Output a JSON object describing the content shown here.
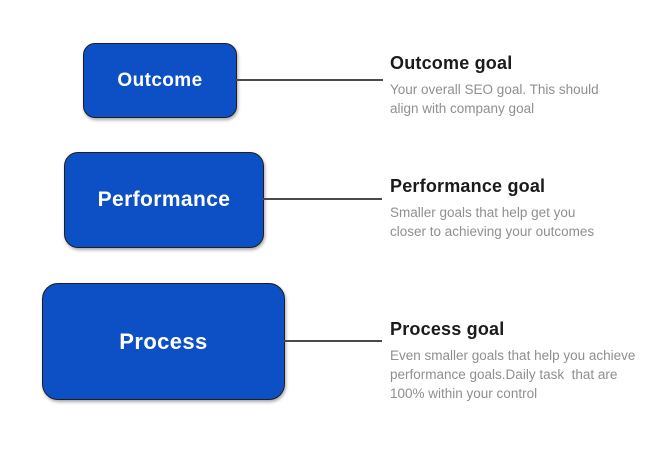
{
  "diagram": {
    "accent_color": "#0d4fc4",
    "connector_color": "#4a4a4a",
    "heading_color": "#1b1b1b",
    "description_color": "#8f8f8f",
    "rows": [
      {
        "box_label": "Outcome",
        "heading": "Outcome goal",
        "description": "Your overall SEO goal. This should\nalign with company goal"
      },
      {
        "box_label": "Performance",
        "heading": "Performance goal",
        "description": "Smaller goals that help get you\ncloser to achieving your outcomes"
      },
      {
        "box_label": "Process",
        "heading": "Process goal",
        "description": "Even smaller goals that help you achieve\nperformance goals.Daily task  that are\n100% within your control"
      }
    ]
  }
}
